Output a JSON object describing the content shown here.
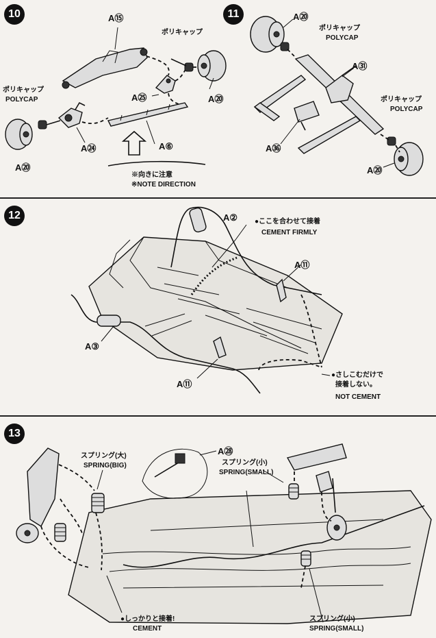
{
  "steps": {
    "s10": {
      "number": "10",
      "parts": {
        "a15": "A⑮",
        "a25": "A㉕",
        "a20_top": "A⑳",
        "a24": "A㉔",
        "a6": "A⑥",
        "a20_left": "A⑳"
      },
      "polycap_top_jp": "ポリキャップ",
      "polycap_left_jp": "ポリキャップ",
      "polycap_left_en": "POLYCAP",
      "note_jp": "※向きに注意",
      "note_en": "※NOTE DIRECTION"
    },
    "s11": {
      "number": "11",
      "parts": {
        "a20_top": "A⑳",
        "a31": "A㉛",
        "a36": "A㊱",
        "a20_bottom": "A⑳"
      },
      "polycap_top_jp": "ポリキャップ",
      "polycap_top_en": "POLYCAP",
      "polycap_right_jp": "ポリキャップ",
      "polycap_right_en": "POLYCAP"
    },
    "s12": {
      "number": "12",
      "parts": {
        "a2": "A②",
        "a11_top": "A⑪",
        "a3": "A③",
        "a11_bottom": "A⑪"
      },
      "cement_jp": "●ここを合わせて接着",
      "cement_en": "CEMENT FIRMLY",
      "notcement_jp1": "●さしこむだけで",
      "notcement_jp2": "接着しない。",
      "notcement_en": "NOT CEMENT"
    },
    "s13": {
      "number": "13",
      "parts": {
        "a28": "A㉘"
      },
      "spring_big_jp": "スプリング(大)",
      "spring_big_en": "SPRING(BIG)",
      "spring_small_top_jp": "スプリング(小)",
      "spring_small_top_en": "SPRING(SMALL)",
      "cement_jp": "●しっかりと接着!",
      "cement_en": "CEMENT",
      "spring_small_bottom_jp": "スプリング(小)",
      "spring_small_bottom_en": "SPRING(SMALL)"
    }
  }
}
